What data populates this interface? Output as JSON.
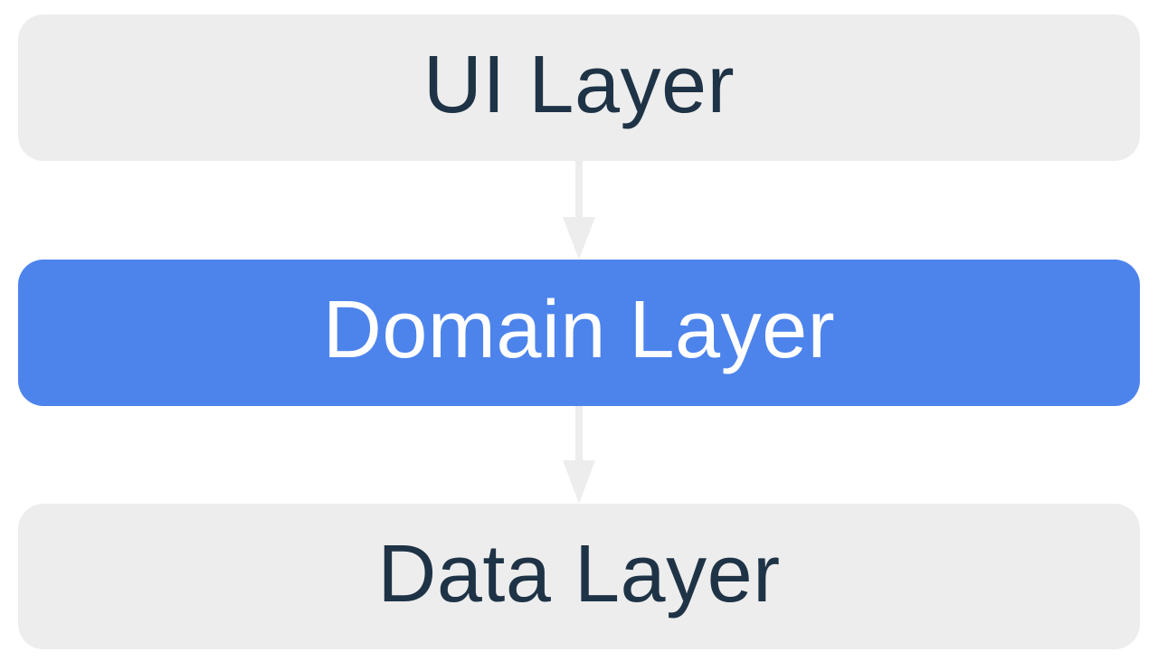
{
  "diagram": {
    "nodes": [
      {
        "id": "ui-layer",
        "label": "UI Layer",
        "state": "inactive"
      },
      {
        "id": "domain-layer",
        "label": "Domain Layer",
        "state": "active"
      },
      {
        "id": "data-layer",
        "label": "Data Layer",
        "state": "inactive"
      }
    ],
    "edges": [
      {
        "from": "ui-layer",
        "to": "domain-layer",
        "direction": "down"
      },
      {
        "from": "domain-layer",
        "to": "data-layer",
        "direction": "down"
      }
    ],
    "colors": {
      "background": "#FFFFFF",
      "node_inactive_bg": "#EDEDED",
      "node_inactive_text": "#1F3346",
      "node_active_bg": "#4D84EC",
      "node_active_text": "#FFFFFF",
      "arrow": "#EDEDED"
    }
  }
}
